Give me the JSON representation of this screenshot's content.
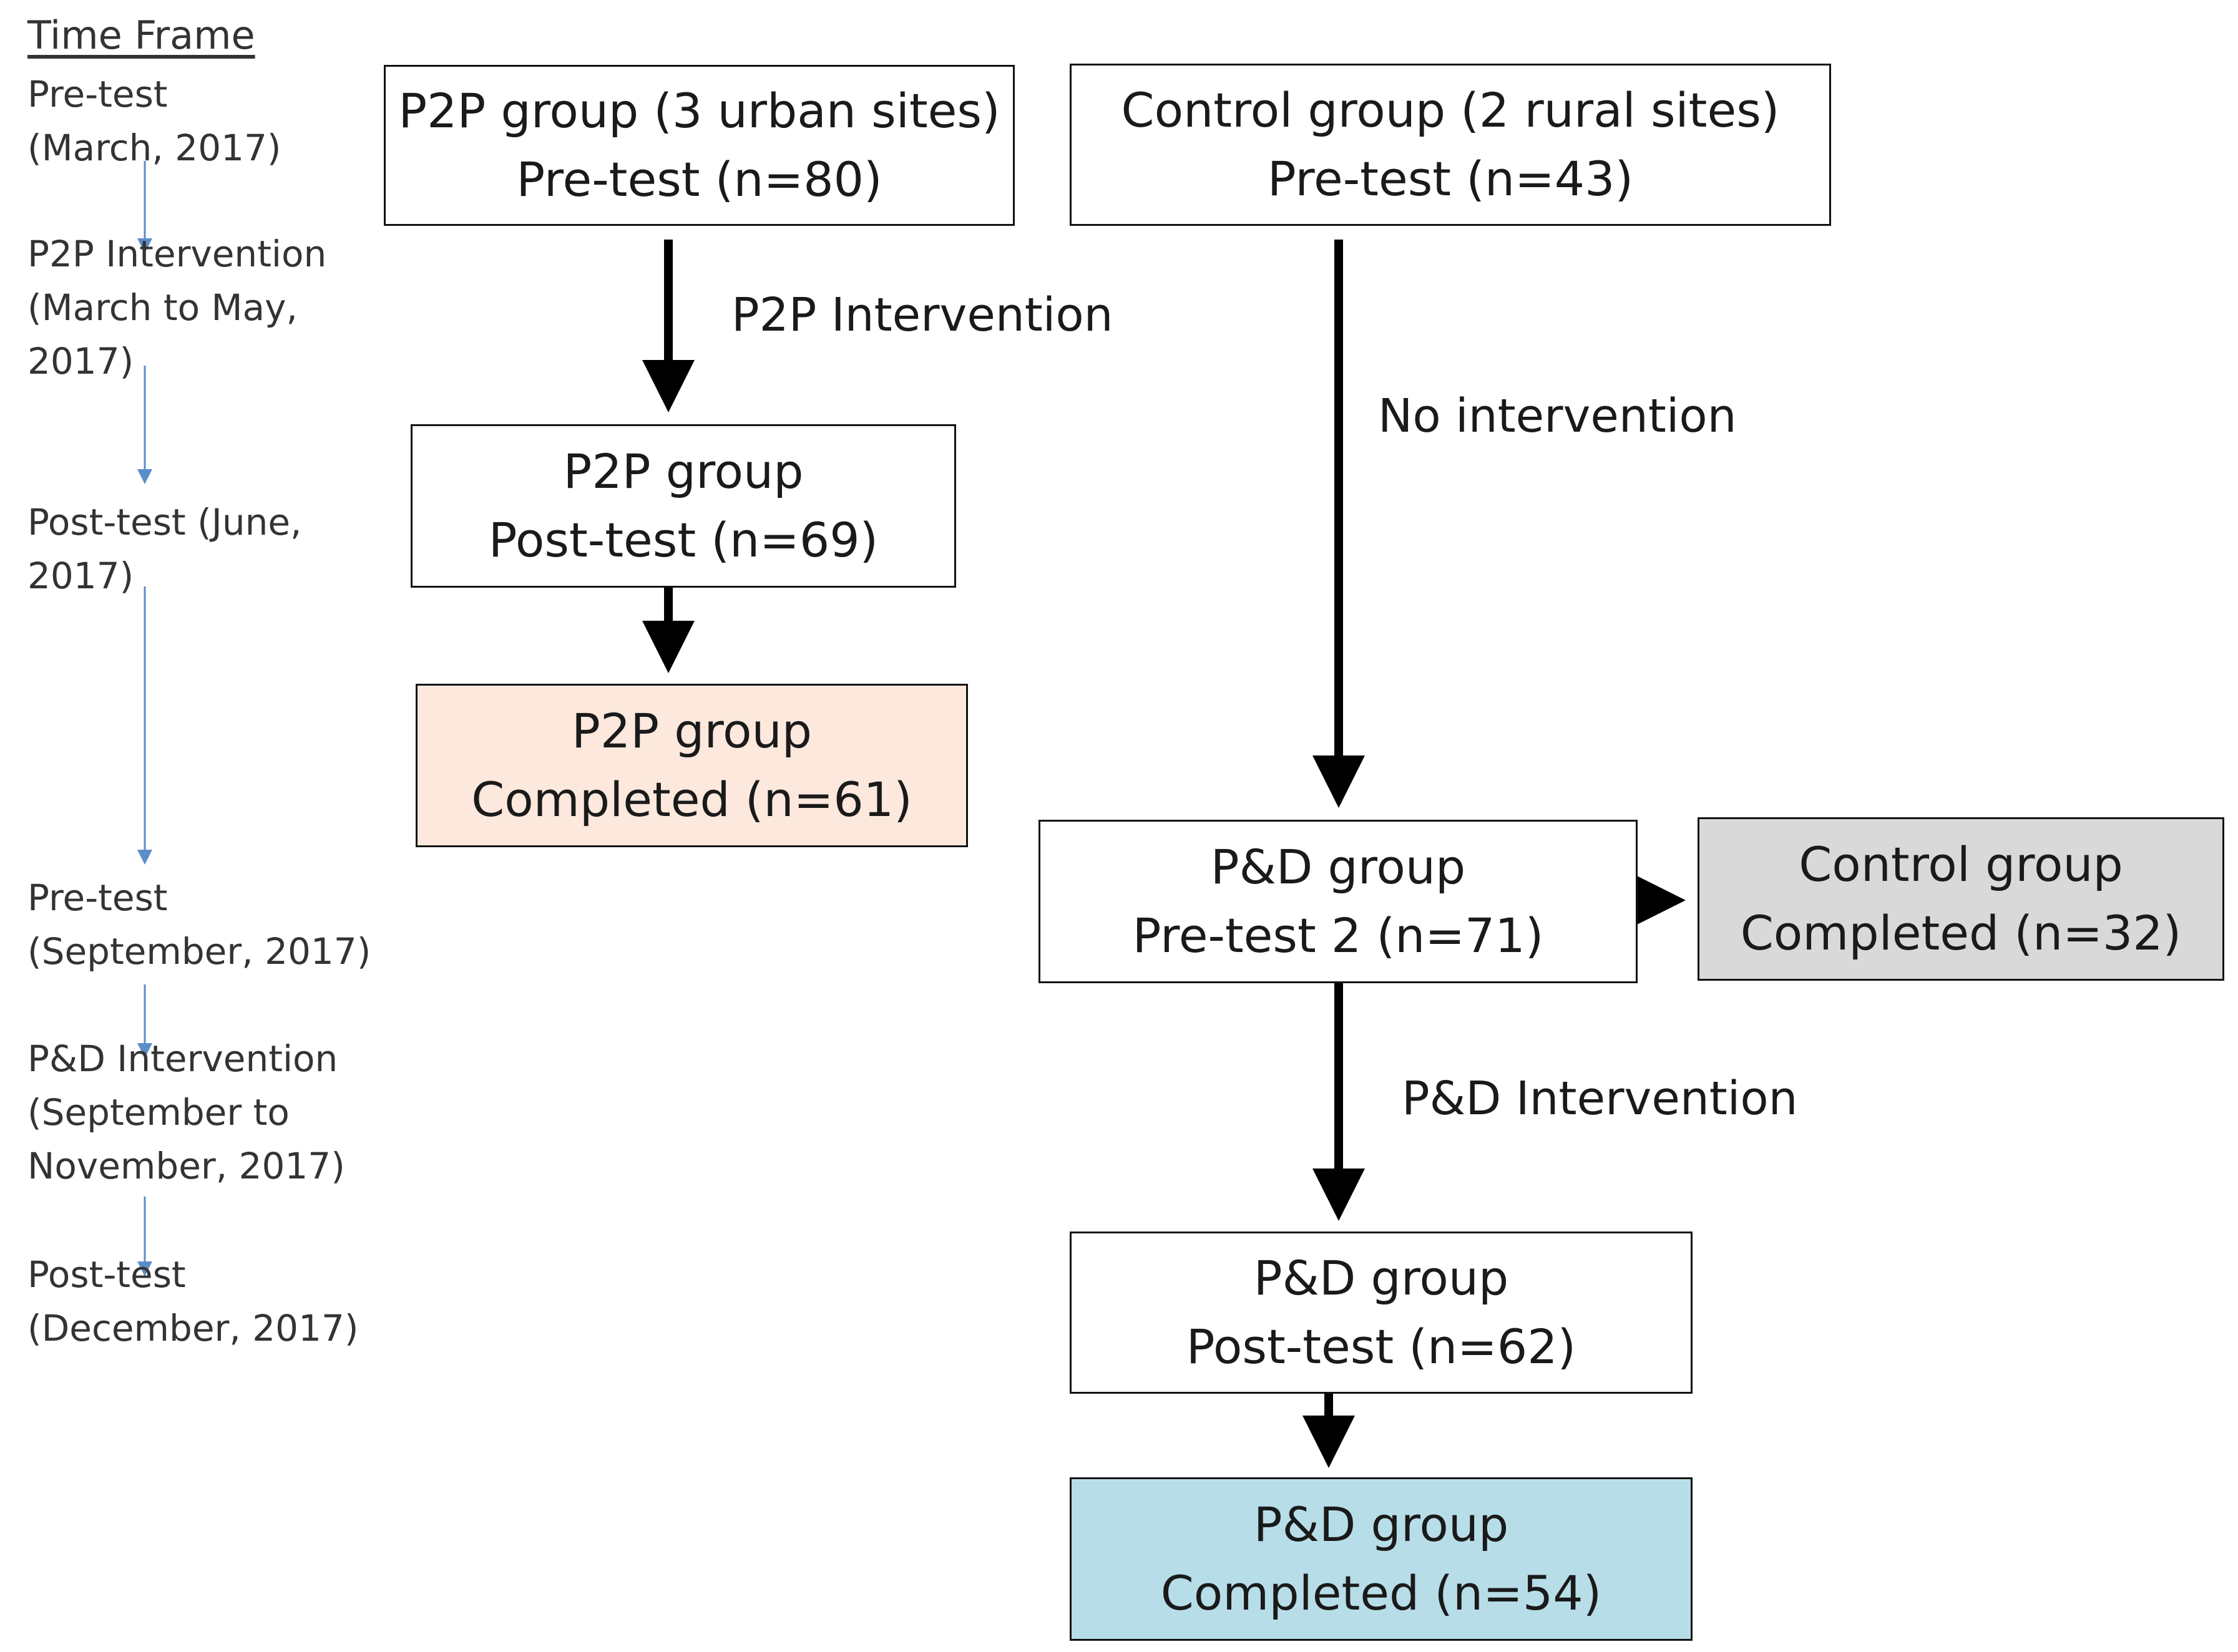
{
  "timeline": {
    "heading": "Time Frame",
    "line_color": "#5b8dc9",
    "entries": [
      {
        "lines": [
          "Pre-test",
          "(March, 2017)"
        ]
      },
      {
        "lines": [
          "P2P Intervention",
          "(March to May,",
          "2017)"
        ]
      },
      {
        "lines": [
          "Post-test (June,",
          "2017)"
        ]
      },
      {
        "lines": [
          "Pre-test",
          "(September, 2017)"
        ]
      },
      {
        "lines": [
          "P&D Intervention",
          "(September to",
          "November, 2017)"
        ]
      },
      {
        "lines": [
          "Post-test",
          "(December, 2017)"
        ]
      }
    ]
  },
  "boxes": {
    "p2p_pretest": {
      "line1": "P2P group (3 urban sites)",
      "line2": "Pre-test (n=80)",
      "fill": "#ffffff"
    },
    "control_pretest": {
      "line1": "Control group (2 rural sites)",
      "line2": "Pre-test (n=43)",
      "fill": "#ffffff"
    },
    "p2p_posttest": {
      "line1": "P2P group",
      "line2": "Post-test (n=69)",
      "fill": "#ffffff"
    },
    "p2p_completed": {
      "line1": "P2P group",
      "line2": "Completed (n=61)",
      "fill": "#fce8dc"
    },
    "pd_pretest2": {
      "line1": "P&D group",
      "line2": "Pre-test 2 (n=71)",
      "fill": "#ffffff"
    },
    "control_completed": {
      "line1": "Control group",
      "line2": "Completed (n=32)",
      "fill": "#d9d9d9"
    },
    "pd_posttest": {
      "line1": "P&D group",
      "line2": "Post-test (n=62)",
      "fill": "#ffffff"
    },
    "pd_completed": {
      "line1": "P&D group",
      "line2": "Completed (n=54)",
      "fill": "#b7dde8"
    }
  },
  "edges": {
    "p2p_intervention": "P2P Intervention",
    "no_intervention": "No intervention",
    "pd_intervention": "P&D Intervention"
  }
}
